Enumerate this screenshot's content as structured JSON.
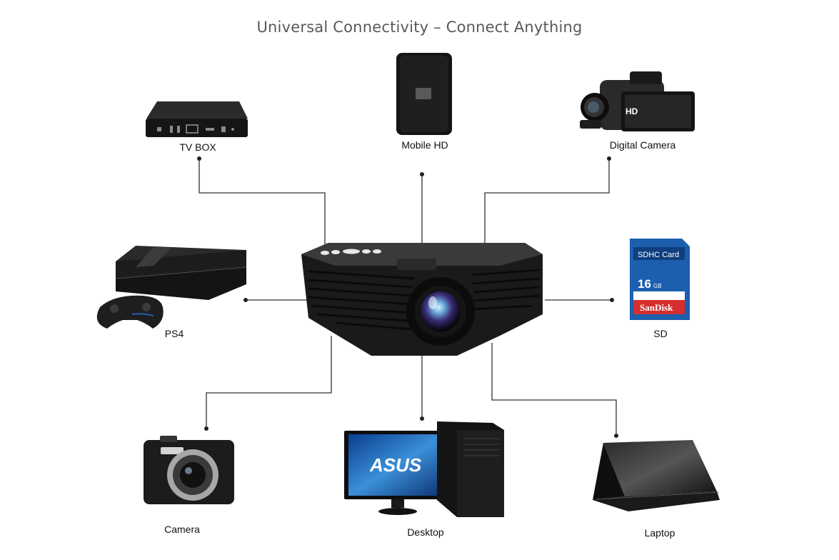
{
  "title": "Universal Connectivity – Connect Anything",
  "devices": {
    "tv_box": "TV BOX",
    "mobile_hd": "Mobile HD",
    "digital_camera": "Digital Camera",
    "ps4": "PS4",
    "sd": "SD",
    "camera": "Camera",
    "desktop": "Desktop",
    "laptop": "Laptop"
  },
  "device_text": {
    "sd_card_label": "SDHC Card",
    "sd_capacity": "16",
    "sd_capacity_unit": "GB",
    "sd_brand": "SanDisk",
    "camcorder_badge": "HD",
    "monitor_brand": "ASUS"
  },
  "icons": [
    "projector-icon",
    "tv-box-icon",
    "hard-drive-icon",
    "camcorder-icon",
    "game-console-icon",
    "gamepad-icon",
    "sd-card-icon",
    "camera-icon",
    "desktop-icon",
    "laptop-icon"
  ],
  "colors": {
    "line": "#333333",
    "device": "#1c1c1c",
    "sd_blue": "#1b5fae",
    "sd_red": "#d62e2e",
    "title": "#595959"
  }
}
